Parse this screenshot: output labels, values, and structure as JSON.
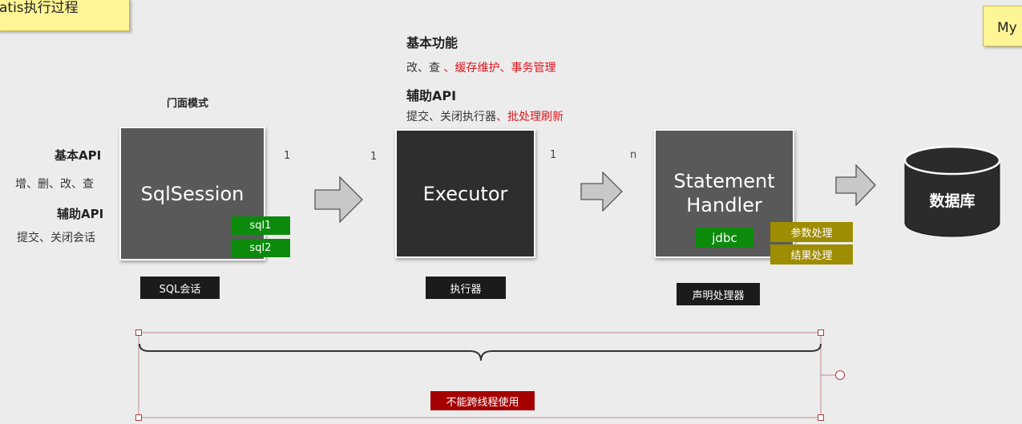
{
  "notes": {
    "title": "atis执行过程",
    "right": "My"
  },
  "left_api": {
    "basic_title": "基本API",
    "basic_items": "增、删、改、查",
    "aux_title": "辅助API",
    "aux_items": "提交、关闭会话"
  },
  "facade": {
    "label": "门面模式"
  },
  "executor_info": {
    "basic_title": "基本功能",
    "basic_items": "改、查",
    "basic_extra": "、缓存维护、事务管理",
    "aux_title": "辅助API",
    "aux_items": "提交、关闭执行器",
    "aux_extra": "、批处理刷新"
  },
  "sql_session": {
    "name": "SqlSession",
    "tag1": "sql1",
    "tag2": "sql2",
    "caption": "SQL会话"
  },
  "executor": {
    "name": "Executor",
    "caption": "执行器"
  },
  "statement_handler": {
    "name_line1": "Statement",
    "name_line2": "Handler",
    "tag": "jdbc",
    "param": "参数处理",
    "result": "结果处理",
    "caption": "声明处理器"
  },
  "database": {
    "name": "数据库"
  },
  "relations": {
    "session_out": "1",
    "executor_in": "1",
    "executor_out": "1",
    "handler_in": "n"
  },
  "thread_note": "不能跨线程使用",
  "colors": {
    "background": "#ececec",
    "session_box": "#595959",
    "executor_box": "#2e2e2e",
    "handler_box": "#595959",
    "database": "#2b2b2b",
    "green": "#0c8a0c",
    "olive": "#9e8c02",
    "red_text": "#e0141e",
    "warning_tag": "#a50000",
    "selection": "#c08a8a"
  }
}
